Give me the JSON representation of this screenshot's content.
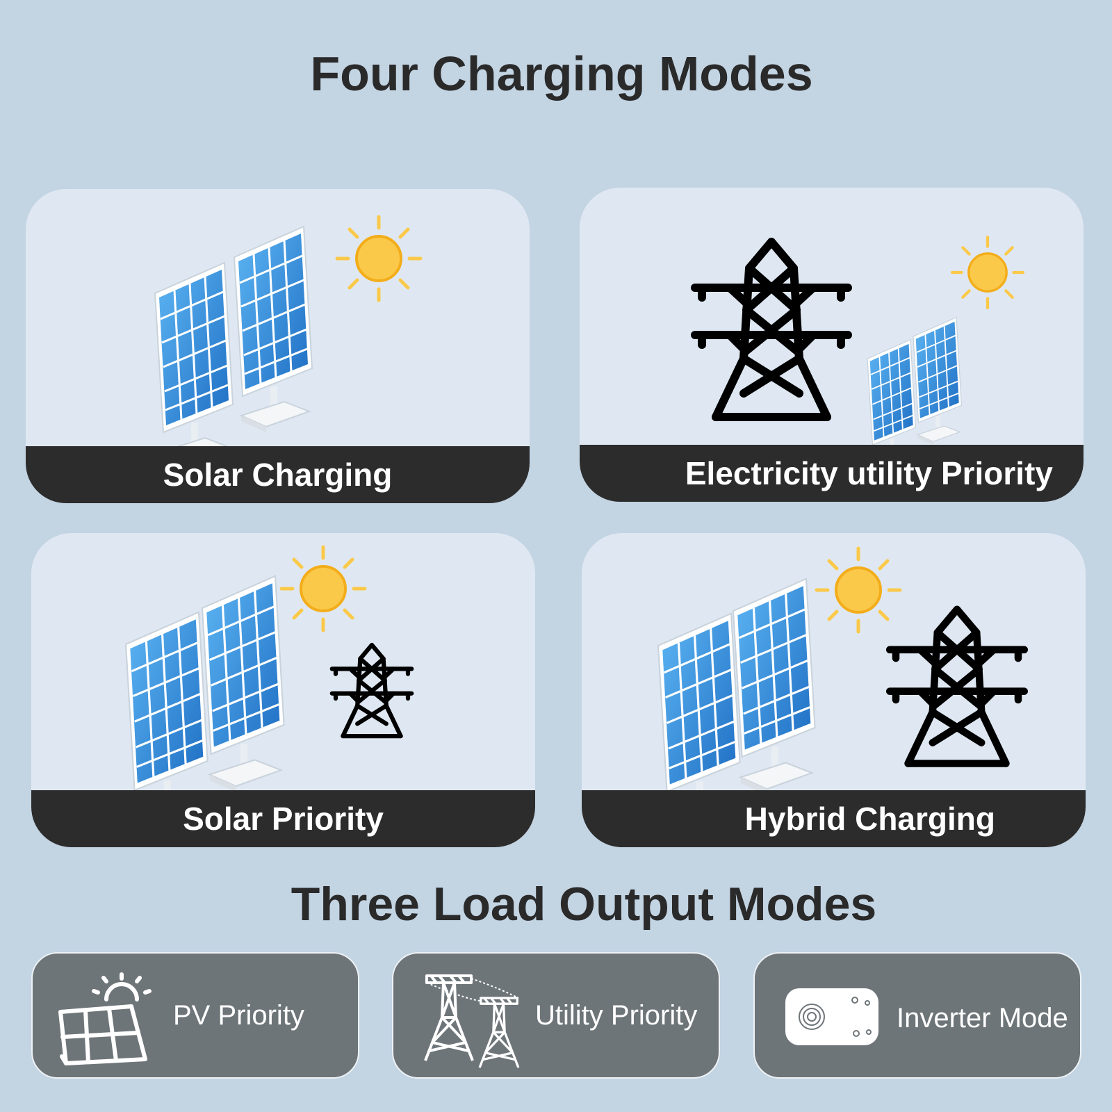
{
  "header": {
    "title": "Four Charging Modes"
  },
  "charging_modes": [
    {
      "label": "Solar Charging",
      "icons": [
        "solar-panel-icon",
        "sun-icon"
      ]
    },
    {
      "label": "Electricity utility Priority",
      "icons": [
        "power-tower-icon",
        "sun-icon",
        "solar-panel-icon"
      ]
    },
    {
      "label": "Solar Priority",
      "icons": [
        "solar-panel-icon",
        "sun-icon",
        "power-tower-icon"
      ]
    },
    {
      "label": "Hybrid Charging",
      "icons": [
        "solar-panel-icon",
        "sun-icon",
        "power-tower-icon"
      ]
    }
  ],
  "load_section": {
    "title": "Three Load Output Modes"
  },
  "load_modes": [
    {
      "label": "PV Priority",
      "icon": "solar-panel-sun-icon"
    },
    {
      "label": "Utility Priority",
      "icon": "transmission-towers-icon"
    },
    {
      "label": "Inverter Mode",
      "icon": "inverter-device-icon"
    }
  ],
  "colors": {
    "background": "#c3d4e3",
    "card": "#dfe8f2",
    "label_bar": "#2c2c2c",
    "sun": "#fbc94a",
    "panel": "#2f7fd0",
    "mode_box": "#6e7579"
  }
}
